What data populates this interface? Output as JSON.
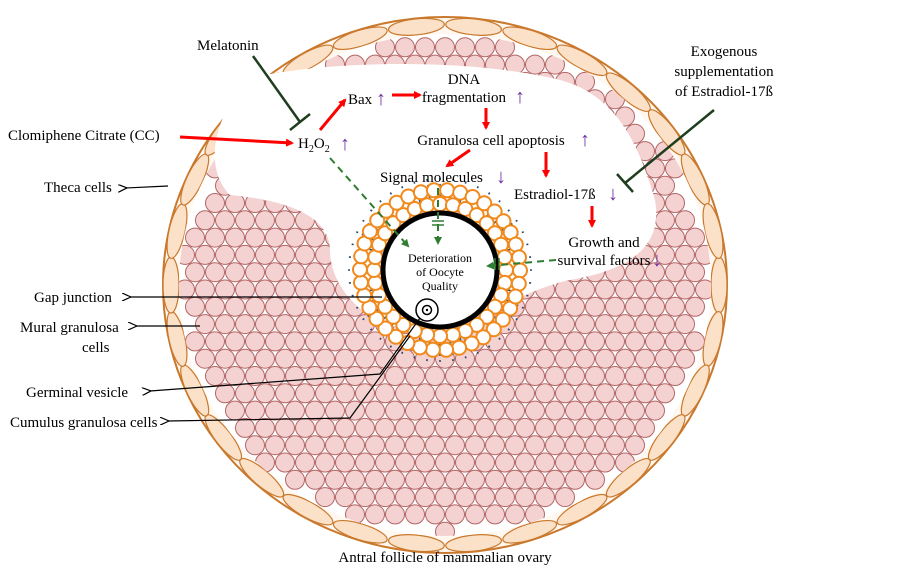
{
  "caption": "Antral follicle of mammalian ovary",
  "left_labels": {
    "melatonin": "Melatonin",
    "clomiphene": "Clomiphene Citrate (CC)",
    "theca": "Theca cells",
    "gap_junction": "Gap junction",
    "mural_line1": "Mural granulosa",
    "mural_line2": "cells",
    "germinal": "Germinal vesicle",
    "cumulus": "Cumulus granulosa cells"
  },
  "right_labels": {
    "exo_line1": "Exogenous",
    "exo_line2": "supplementation",
    "exo_line3": "of Estradiol-17ß"
  },
  "pathway": {
    "h2o2_main": "H",
    "h2o2_sub1": "2",
    "h2o2_o": "O",
    "h2o2_sub2": "2",
    "bax": "Bax",
    "dna_line1": "DNA",
    "dna_line2": "fragmentation",
    "apoptosis": "Granulosa cell apoptosis",
    "signal": "Signal molecules",
    "estradiol": "Estradiol-17ß",
    "growth_line1": "Growth and",
    "growth_line2": "survival factors"
  },
  "oocyte": {
    "line1": "Deterioration",
    "line2": "of Oocyte",
    "line3": "Quality"
  },
  "colors": {
    "theca_fill": "#fbe1c8",
    "theca_stroke": "#c9782c",
    "granulosa_fill": "#f4d2d2",
    "granulosa_stroke": "#b26565",
    "cumulus_fill": "#ffffff",
    "cumulus_stroke": "#f08a1c",
    "red_arrow": "#ff0000",
    "purple_arrow": "#7030a0",
    "green_dash": "#2e7d32",
    "inhibit_line": "#1f3d1f",
    "gap_dash": "#2b4a6b"
  },
  "arrows": {
    "up": "↑",
    "down": "↓"
  }
}
